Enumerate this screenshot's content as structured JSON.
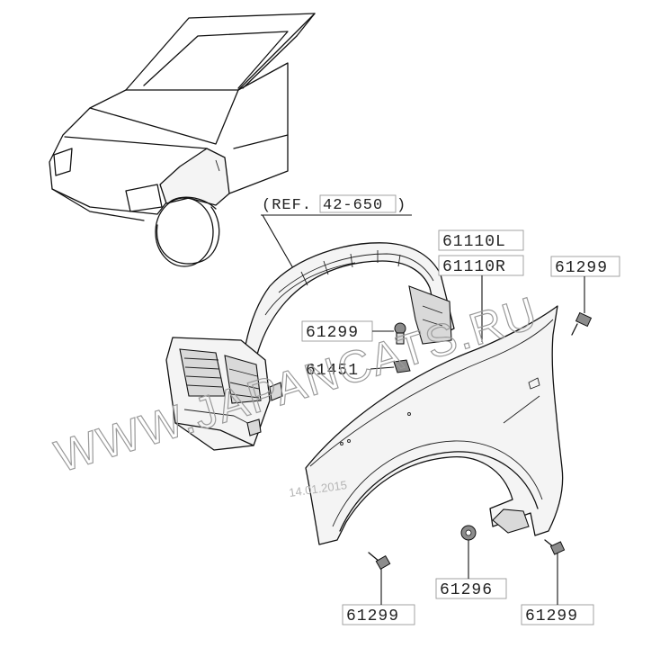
{
  "callouts": {
    "ref": {
      "prefix": "(REF.",
      "number": "42-650",
      "suffix": ")"
    },
    "fender_left": "61110L",
    "fender_right": "61110R",
    "bolt_top_right": "61299",
    "bolt_liner": "61299",
    "clip_liner": "61451",
    "bolt_bottom_left": "61299",
    "nut_bottom": "61296",
    "bolt_bottom_right": "61299"
  },
  "watermark": "WWW.JAPANCATS.RU",
  "date_stamp": "14.01.2015"
}
